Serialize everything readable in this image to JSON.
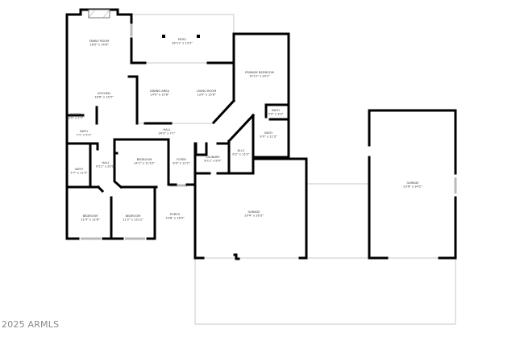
{
  "rooms": [
    {
      "name": "FAMILY ROOM",
      "size": "16'0\" x 14'6\""
    },
    {
      "name": "PATIO",
      "size": "26'11\" x 13'3\""
    },
    {
      "name": "KITCHEN",
      "size": "16'6\" x 15'5\""
    },
    {
      "name": "DINING AREA",
      "size": "14'0\" x 15'8\""
    },
    {
      "name": "LIVING ROOM",
      "size": "13'9\" x 15'8\""
    },
    {
      "name": "PRIMARY BEDROOM",
      "size": "14'11\" x 24'1\""
    },
    {
      "name": "PANTRY",
      "size": "2'5\" x 2'7\""
    },
    {
      "name": "BATH",
      "size": "7'1\" x 5'2\""
    },
    {
      "name": "BATH",
      "size": "5'9\" x 3'2\""
    },
    {
      "name": "BATH",
      "size": "6'0\" x 11'3\""
    },
    {
      "name": "HALL",
      "size": "34'3\" x 7'1\""
    },
    {
      "name": "HALL",
      "size": "6'11\" x 20'0\""
    },
    {
      "name": "BEDROOM",
      "size": "14'1\" x 11'10\""
    },
    {
      "name": "FOYER",
      "size": "6'9\" x 12'2\""
    },
    {
      "name": "LAUNDRY",
      "size": "8'11\" x 8'0\""
    },
    {
      "name": "W.I.C",
      "size": "6'2\" x 15'2\""
    },
    {
      "name": "BATH",
      "size": "5'7\" x 11'0\""
    },
    {
      "name": "BEDROOM",
      "size": "11'4\" x 12'8\""
    },
    {
      "name": "BEDROOM",
      "size": "11'2\" x 13'11\""
    },
    {
      "name": "PORCH",
      "size": "10'8\" x 16'4\""
    },
    {
      "name": "GARAGE",
      "size": "29'4\" x 26'3\""
    },
    {
      "name": "GARAGE",
      "size": "23'6\" x 34'2\""
    }
  ],
  "watermark": "2025 ARMLS"
}
